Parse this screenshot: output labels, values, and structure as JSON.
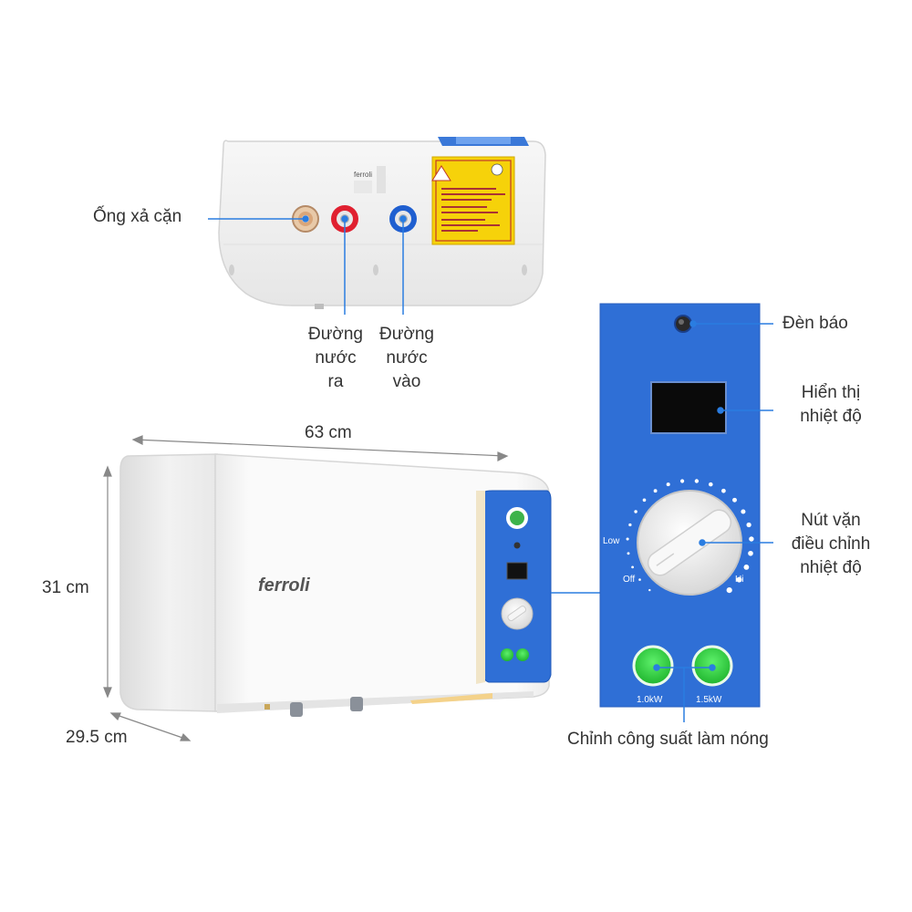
{
  "labels": {
    "drain_pipe": "Ống xả cặn",
    "water_out": [
      "Đường",
      "nước",
      "ra"
    ],
    "water_in": [
      "Đường",
      "nước",
      "vào"
    ],
    "indicator_light": "Đèn báo",
    "temp_display": [
      "Hiển thị",
      "nhiệt độ"
    ],
    "temp_knob": [
      "Nút vặn",
      "điều chỉnh",
      "nhiệt độ"
    ],
    "power_select": "Chỉnh công suất làm nóng"
  },
  "dimensions": {
    "width": "63 cm",
    "height": "31 cm",
    "depth": "29.5 cm"
  },
  "brand": "ferroli",
  "knob_scale": {
    "off": "Off",
    "low": "Low",
    "hi": "Hi"
  },
  "power_buttons": [
    "1.0kW",
    "1.5kW"
  ],
  "colors": {
    "panel_blue": "#2f6fd6",
    "button_green": "#2ecc40",
    "hot_red": "#e02030",
    "cold_blue": "#1f5fd0",
    "pointer_blue": "#2a7de1"
  }
}
